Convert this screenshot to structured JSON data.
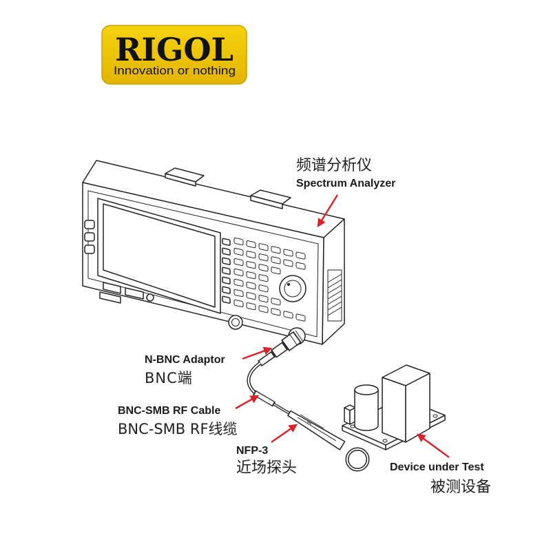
{
  "logo": {
    "brand": "RIGOL",
    "tagline": "Innovation or nothing"
  },
  "labels": {
    "analyzer": {
      "zh": "频谱分析仪",
      "en": "Spectrum Analyzer"
    },
    "adaptor": {
      "en": "N-BNC Adaptor",
      "zh": "BNC端"
    },
    "cable": {
      "en": "BNC-SMB RF Cable",
      "zh": "BNC-SMB RF线缆"
    },
    "probe": {
      "en": "NFP-3",
      "zh": "近场探头"
    },
    "dut": {
      "en": "Device under Test",
      "zh": "被测设备"
    }
  },
  "colors": {
    "logo_yellow": "#f6d30f",
    "logo_yellow_dark": "#e2b400",
    "arrow_red": "#d8232a",
    "line": "#222222"
  }
}
